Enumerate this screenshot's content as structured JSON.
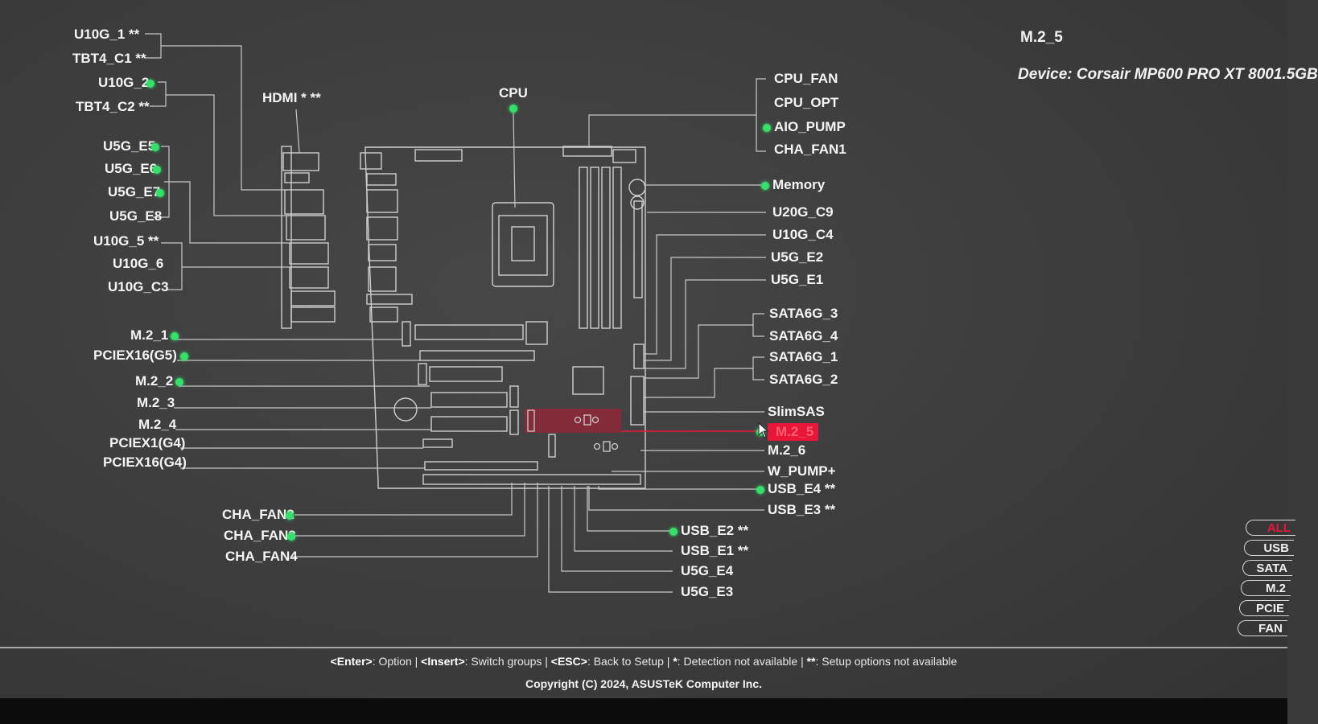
{
  "device_panel": {
    "title": "M.2_5",
    "device": "Device: Corsair MP600 PRO XT 8001.5GB"
  },
  "center": {
    "cpu": "CPU",
    "hdmi": "HDMI * **"
  },
  "left_labels": [
    {
      "text": "U10G_1 **",
      "dot": false
    },
    {
      "text": "TBT4_C1 **",
      "dot": false
    },
    {
      "text": "U10G_2",
      "dot": true
    },
    {
      "text": "TBT4_C2 **",
      "dot": false
    },
    {
      "text": "U5G_E5",
      "dot": true
    },
    {
      "text": "U5G_E6",
      "dot": true
    },
    {
      "text": "U5G_E7",
      "dot": true
    },
    {
      "text": "U5G_E8",
      "dot": false
    },
    {
      "text": "U10G_5 **",
      "dot": false
    },
    {
      "text": "U10G_6",
      "dot": false
    },
    {
      "text": "U10G_C3",
      "dot": false
    },
    {
      "text": "M.2_1",
      "dot": true
    },
    {
      "text": "PCIEX16(G5)",
      "dot": true
    },
    {
      "text": "M.2_2",
      "dot": true
    },
    {
      "text": "M.2_3",
      "dot": false
    },
    {
      "text": "M.2_4",
      "dot": false
    },
    {
      "text": "PCIEX1(G4)",
      "dot": false
    },
    {
      "text": "PCIEX16(G4)",
      "dot": false
    }
  ],
  "bottom_left_labels": [
    {
      "text": "CHA_FAN2",
      "dot": true
    },
    {
      "text": "CHA_FAN3",
      "dot": true
    },
    {
      "text": "CHA_FAN4",
      "dot": false
    }
  ],
  "right_labels": [
    {
      "text": "CPU_FAN",
      "dot": false
    },
    {
      "text": "CPU_OPT",
      "dot": false
    },
    {
      "text": "AIO_PUMP",
      "dot": true
    },
    {
      "text": "CHA_FAN1",
      "dot": false
    },
    {
      "text": "Memory",
      "dot": true
    },
    {
      "text": "U20G_C9",
      "dot": false
    },
    {
      "text": "U10G_C4",
      "dot": false
    },
    {
      "text": "U5G_E2",
      "dot": false
    },
    {
      "text": "U5G_E1",
      "dot": false
    },
    {
      "text": "SATA6G_3",
      "dot": false
    },
    {
      "text": "SATA6G_4",
      "dot": false
    },
    {
      "text": "SATA6G_1",
      "dot": false
    },
    {
      "text": "SATA6G_2",
      "dot": false
    },
    {
      "text": "SlimSAS",
      "dot": false
    },
    {
      "text": "M.2_5",
      "dot": true,
      "selected": true
    },
    {
      "text": "M.2_6",
      "dot": false
    },
    {
      "text": "W_PUMP+",
      "dot": false
    },
    {
      "text": "USB_E4 **",
      "dot": true
    },
    {
      "text": "USB_E3 **",
      "dot": false
    }
  ],
  "bottom_center_labels": [
    {
      "text": "USB_E2 **",
      "dot": true
    },
    {
      "text": "USB_E1 **",
      "dot": false
    },
    {
      "text": "U5G_E4",
      "dot": false
    },
    {
      "text": "U5G_E3",
      "dot": false
    }
  ],
  "filters": [
    {
      "label": "ALL",
      "active": true
    },
    {
      "label": "USB",
      "active": false
    },
    {
      "label": "SATA",
      "active": false
    },
    {
      "label": "M.2",
      "active": false
    },
    {
      "label": "PCIE",
      "active": false
    },
    {
      "label": "FAN",
      "active": false
    }
  ],
  "footer": {
    "enter_key": "<Enter>",
    "enter_text": ": Option | ",
    "insert_key": "<Insert>",
    "insert_text": ": Switch groups | ",
    "esc_key": "<ESC>",
    "esc_text": ": Back to Setup | ",
    "star_key": "*",
    "star_text": ": Detection not available | ",
    "dstar_key": "**",
    "dstar_text": ": Setup options not available",
    "copyright": "Copyright (C) 2024, ASUSTeK Computer Inc."
  },
  "colors": {
    "dot": "#35e06a",
    "selected": "#e8173a",
    "line": "#c8c8c8"
  }
}
